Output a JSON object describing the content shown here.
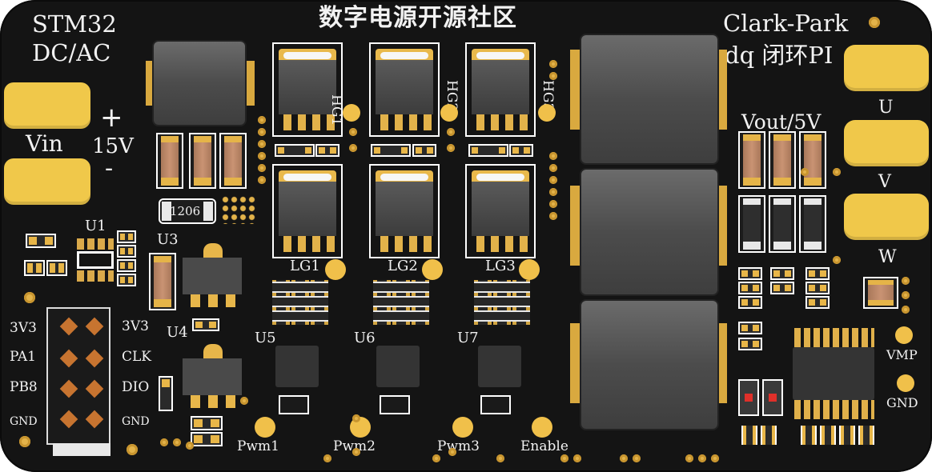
{
  "board": {
    "title": "数字电源开源社区",
    "mcu_label_1": "STM32",
    "mcu_label_2": "DC/AC",
    "control_label_1": "Clark-Park",
    "control_label_2": "dq 闭环PI"
  },
  "power_input": {
    "label": "Vin",
    "voltage": "15V",
    "plus": "+",
    "minus": "-"
  },
  "outputs": {
    "vout": "Vout/5V",
    "phase_u": "U",
    "phase_v": "V",
    "phase_w": "W"
  },
  "components": {
    "u1": "U1",
    "u3": "U3",
    "u4": "U4",
    "u5": "U5",
    "u6": "U6",
    "u7": "U7",
    "r1206": "1206",
    "hg1": "HG1",
    "hg2": "HG2",
    "hg3": "HG3",
    "lg1": "LG1",
    "lg2": "LG2",
    "lg3": "LG3"
  },
  "header": {
    "left": [
      "3V3",
      "PA1",
      "PB8",
      "GND"
    ],
    "right": [
      "3V3",
      "CLK",
      "DIO",
      "GND"
    ]
  },
  "signals": {
    "pwm1": "Pwm1",
    "pwm2": "Pwm2",
    "pwm3": "Pwm3",
    "enable": "Enable",
    "vmp": "VMP",
    "gnd": "GND"
  }
}
